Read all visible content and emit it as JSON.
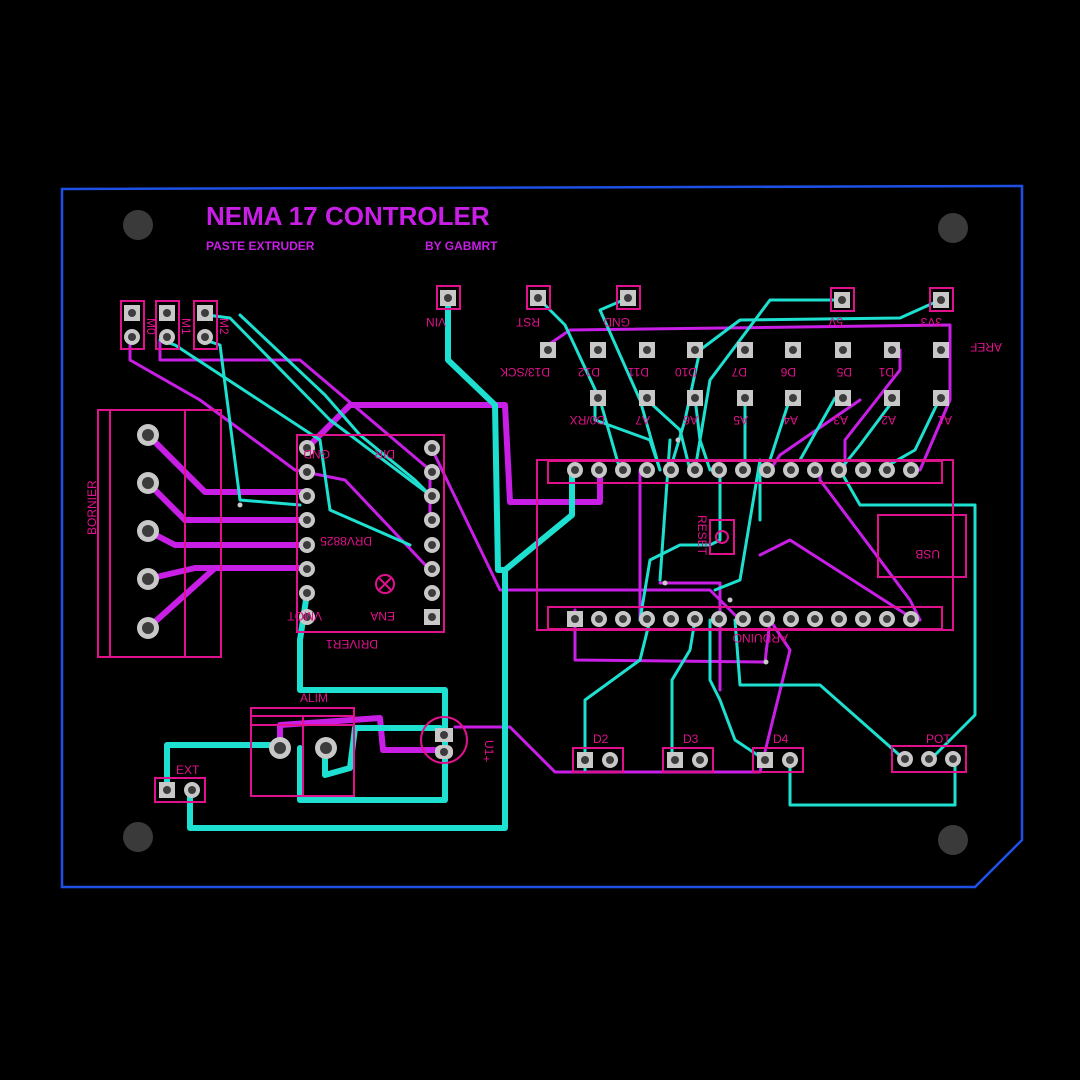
{
  "colors": {
    "background": "#000000",
    "outline": "#1e50e6",
    "silkscreen": "#e0118c",
    "top_copper": "#1ee0d0",
    "bottom_copper": "#c81ee6",
    "title": "#c81ee6",
    "pad": "#c8c8c8",
    "hole": "#3c3c3c"
  },
  "board": {
    "title": "NEMA 17 CONTROLER",
    "subtitle": "PASTE EXTRUDER",
    "author": "BY GABMRT"
  },
  "components": {
    "bornier": "BORNIER",
    "driver_ref": "DRIVER1",
    "driver_model": "DRV8825",
    "driver_pins": {
      "gnd": "GND",
      "dir": "DIR",
      "vmot": "VMOT",
      "ena": "ENA"
    },
    "alim": "ALIM",
    "ext": "EXT",
    "u1": "U1",
    "u1_plus": "+",
    "arduino": "ARDUINO",
    "reset": "RESET",
    "usb": "USB",
    "d2": "D2",
    "d3": "D3",
    "d4": "D4",
    "pot": "POT",
    "m0": "M0",
    "m1": "M1",
    "m2": "M2"
  },
  "header_pins": {
    "vin": "VIN",
    "rst": "RST",
    "gnd": "GND",
    "v5": "5V",
    "v3": "3V3",
    "d13": "D13/SCK",
    "d12": "D12",
    "d11": "D11",
    "d10": "D10",
    "d7": "D7",
    "d6": "D6",
    "d5": "D5",
    "d1": "D1",
    "aref": "AREF",
    "d0": "D0/RX",
    "a7": "A7",
    "a6": "A6",
    "a5": "A5",
    "a4": "A4",
    "a3": "A3",
    "a2": "A2",
    "a1": "A1"
  }
}
